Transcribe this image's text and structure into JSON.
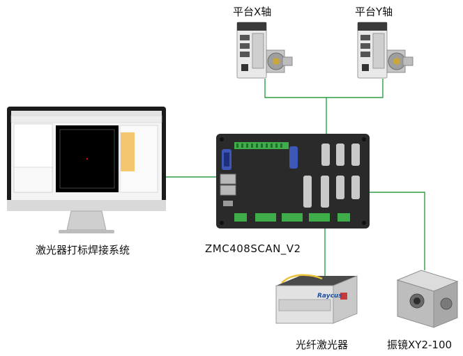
{
  "labels": {
    "platform_x": "平台X轴",
    "platform_y": "平台Y轴",
    "software": "激光器打标焊接系统",
    "controller": "ZMC408SCAN_V2",
    "fiber_laser": "光纤激光器",
    "galvo": "振镜XY2-100"
  },
  "laser_brand": "Raycus",
  "colors": {
    "connection_line": "#2e9e46",
    "controller_body": "#2a2a2a",
    "terminal_green": "#3fae4a",
    "connector_blue": "#3d57b8"
  }
}
